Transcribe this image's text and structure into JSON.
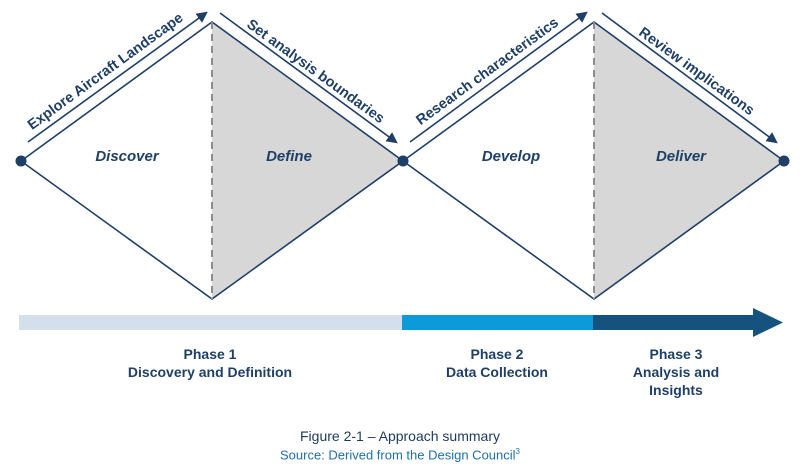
{
  "diagram": {
    "stages": [
      "Discover",
      "Define",
      "Develop",
      "Deliver"
    ],
    "arrows": [
      "Explore Aircraft Landscape",
      "Set analysis boundaries",
      "Research characteristics",
      "Review implications"
    ]
  },
  "phases": [
    {
      "title": "Phase 1",
      "lines": [
        "Discovery and Definition"
      ]
    },
    {
      "title": "Phase 2",
      "lines": [
        "Data Collection"
      ]
    },
    {
      "title": "Phase 3",
      "lines": [
        "Analysis and",
        "Insights"
      ]
    }
  ],
  "caption": {
    "title": "Figure 2-1 – Approach summary",
    "source": "Source: Derived from the Design Council",
    "source_ref": "3"
  },
  "colors": {
    "navy": "#1f3f66",
    "phase1_bar": "#d3e0ec",
    "phase2_bar": "#0d9ad8",
    "phase3_bar": "#15527e",
    "shade": "#d7d7d7"
  }
}
